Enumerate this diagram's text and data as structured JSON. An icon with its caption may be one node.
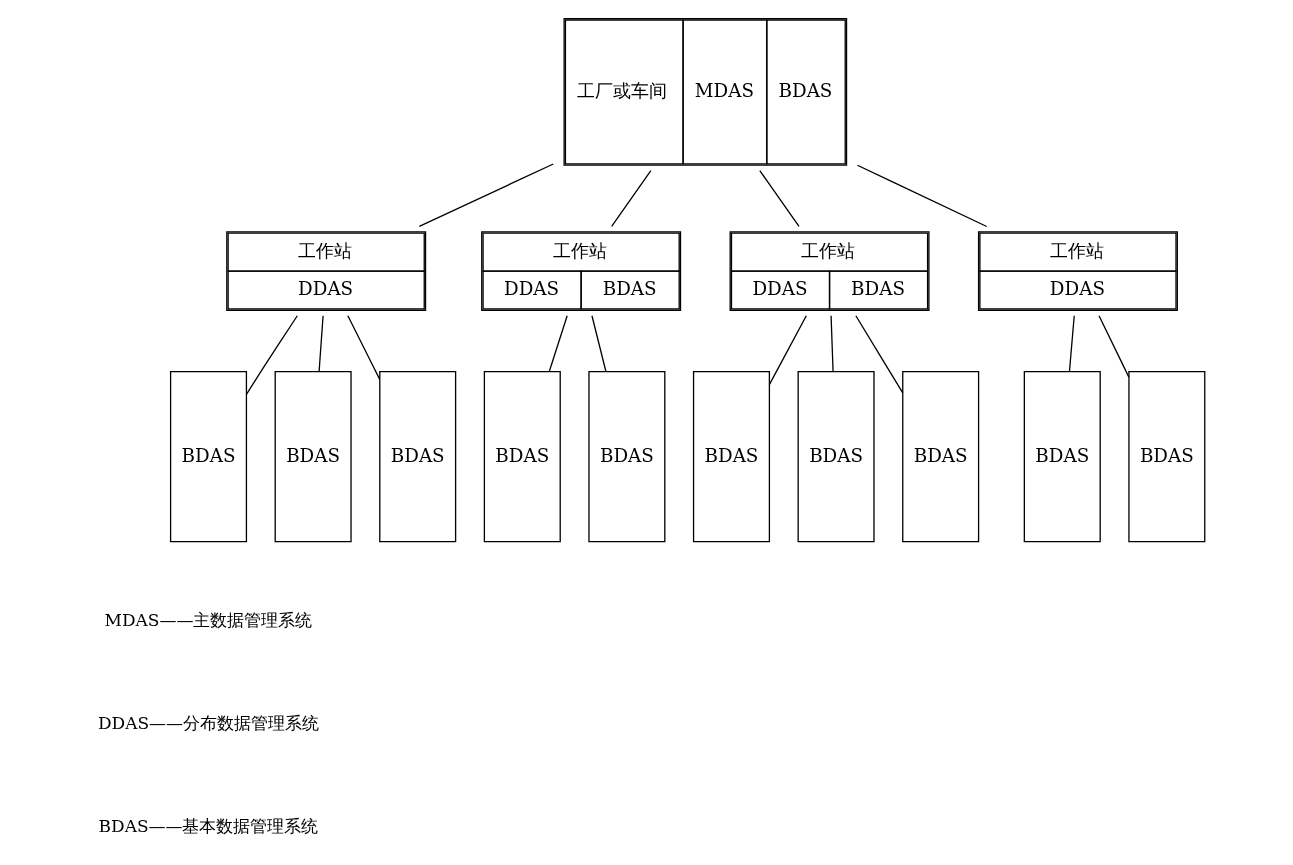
{
  "diagram": {
    "nodes": [
      {
        "text": [
          "工厂或车间",
          "MDAS",
          "BDAS"
        ]
      },
      {
        "text": [
          "工作站",
          "DDAS"
        ]
      },
      {
        "text": [
          "工作站",
          "DDAS",
          "BDAS"
        ]
      },
      {
        "text": [
          "工作站",
          "DDAS",
          "BDAS"
        ]
      },
      {
        "text": [
          "工作站",
          "DDAS"
        ]
      },
      {
        "text": [
          "BDAS"
        ]
      },
      {
        "text": [
          "BDAS"
        ]
      },
      {
        "text": [
          "BDAS"
        ]
      },
      {
        "text": [
          "BDAS"
        ]
      },
      {
        "text": [
          "BDAS"
        ]
      },
      {
        "text": [
          "BDAS"
        ]
      },
      {
        "text": [
          "BDAS"
        ]
      },
      {
        "text": [
          "BDAS"
        ]
      },
      {
        "text": [
          "BDAS"
        ]
      },
      {
        "text": [
          "BDAS"
        ]
      }
    ],
    "edges": [
      {
        "from": 0,
        "to": 1,
        "arrow": "none"
      },
      {
        "from": 0,
        "to": 2,
        "arrow": "none"
      },
      {
        "from": 0,
        "to": 3,
        "arrow": "none"
      },
      {
        "from": 0,
        "to": 4,
        "arrow": "none"
      },
      {
        "from": 1,
        "to": 5,
        "arrow": "none"
      },
      {
        "from": 1,
        "to": 6,
        "arrow": "none"
      },
      {
        "from": 1,
        "to": 7,
        "arrow": "none"
      },
      {
        "from": 2,
        "to": 8,
        "arrow": "none"
      },
      {
        "from": 2,
        "to": 9,
        "arrow": "none"
      },
      {
        "from": 3,
        "to": 10,
        "arrow": "none"
      },
      {
        "from": 3,
        "to": 11,
        "arrow": "none"
      },
      {
        "from": 3,
        "to": 12,
        "arrow": "none"
      },
      {
        "from": 4,
        "to": 13,
        "arrow": "none"
      },
      {
        "from": 4,
        "to": 14,
        "arrow": "none"
      }
    ],
    "labels": [
      "MDAS——主数据管理系统",
      "DDAS——分布数据管理系统",
      "BDAS——基本数据管理系统"
    ]
  }
}
